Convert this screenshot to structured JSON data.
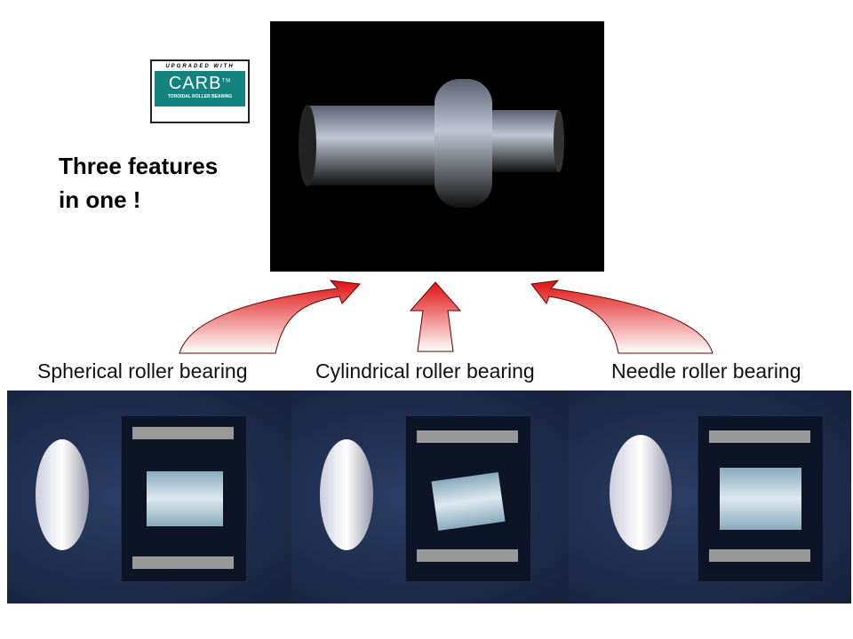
{
  "logo": {
    "top_text": "UPGRADED WITH",
    "brand": "CARB",
    "tm": "TM",
    "subtitle": "TOROIDAL ROLLER BEARING"
  },
  "headline": {
    "line1": "Three features",
    "line2": "in one !"
  },
  "labels": [
    "Spherical roller bearing",
    "Cylindrical roller bearing",
    "Needle roller bearing"
  ],
  "colors": {
    "arrow": "#e01010",
    "panel": "#1c2a4a"
  }
}
